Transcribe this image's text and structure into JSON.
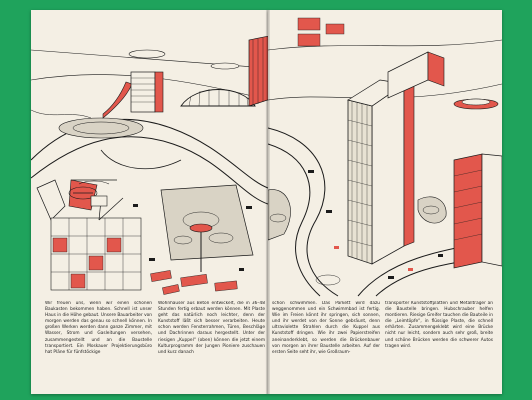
{
  "booklet": {
    "columns": [
      {
        "text": "Wir freuen uns, wenn wir einen schönen Baukasten bekommen haben. Schnell ist unser Haus in die Höhe gebaut. Unsere Bauarbeiter von morgen werden das genau so schnell können. In großen Werken werden dann ganze Zimmer, mit Wasser, Strom und Gasleitungen versehen, zusammengestellt und an die Baustelle transportiert. Ein Moskauer Projektierungsbüro hat Pläne für fünfstöckige"
      },
      {
        "text": "Wohnhäuser aus Beton entwickelt, die in 36–48 Stunden fertig erbaut werden können. Mit Plaste geht das natürlich noch leichter, denn der Kunststoff läßt sich besser verarbeiten. Heute schon werden Fensterrahmen, Türen, Beschläge und Dachrinnen daraus hergestellt. Unter der riesigen „Kuppel“ (oben) können die jetzt einem Kulturprogramm der Jungen Pioniere zuschauen und kurz danach"
      },
      {
        "text": "schon schwimmen. Das Parkett wird dazu weggenommen und ein Schwimmbad ist fertig. Wie im Freien könnt ihr springen, sich sonnen, und ihr werdet von der Sonne gebräunt, denn ultraviolette Strahlen durch die Kuppel aus Kunststoff dringen. Wie ihr zwei Papierstreifen aneinanderklebt, so werden die Brückenbauer von morgen an ihrer Baustelle arbeiten. Auf der ersten Seite seht ihr, wie Großraum-"
      },
      {
        "text": "transporter Kunststoffplatten und Metallträger an die Baustelle bringen. Hubschrauber helfen montieren. Riesige Greifer tauchen die Bauteile in die „Leimtöpfe“, in flüssige Plaste, die schnell erhärten. Zusammengeklebt wird eine Brücke nicht nur leicht, sondern auch sehr groß, breite und schöne Brücken werden die schwerer Autos tragen wird."
      }
    ]
  },
  "colors": {
    "background": "#1fa35c",
    "paper": "#f4efe4",
    "accent": "#e2574c",
    "ink": "#1b1b1b"
  }
}
